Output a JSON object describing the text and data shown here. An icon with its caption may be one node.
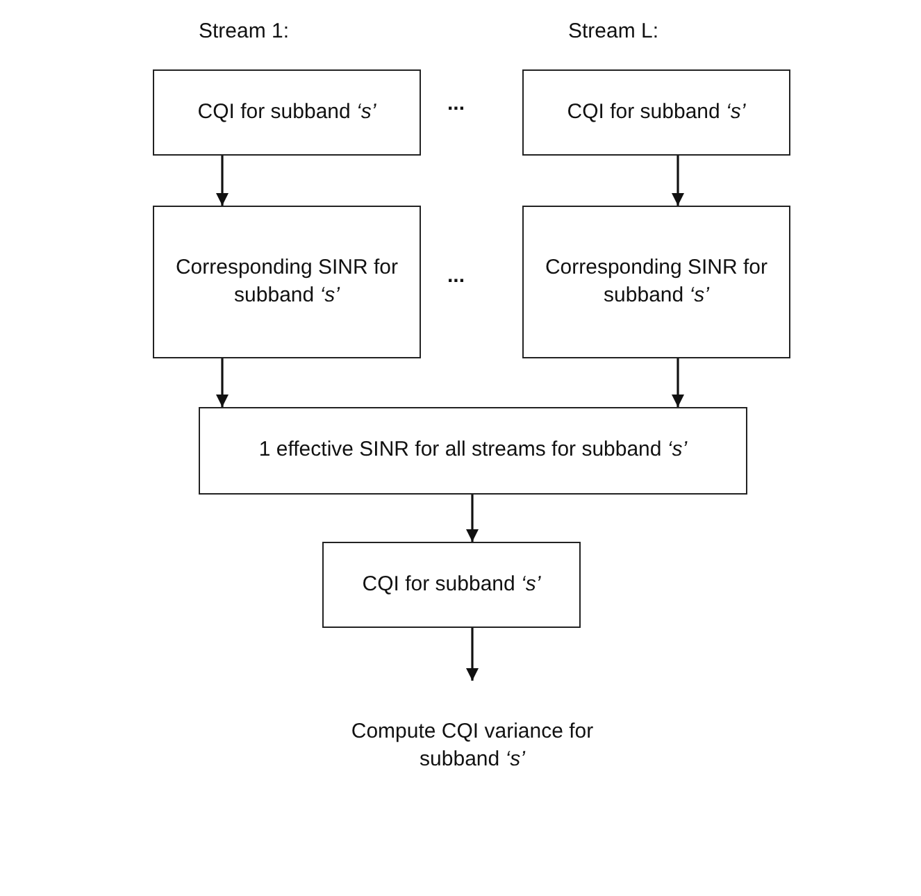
{
  "diagram": {
    "nodes": [
      {
        "text": [
          "CQI for subband *‘s’*"
        ]
      },
      {
        "text": [
          "CQI for subband *‘s’*"
        ]
      },
      {
        "text": [
          "Corresponding SINR for subband *‘s’*"
        ]
      },
      {
        "text": [
          "Corresponding SINR for subband *‘s’*"
        ]
      },
      {
        "text": [
          "1 effective SINR for all streams for subband *‘s’*"
        ]
      },
      {
        "text": [
          "CQI for subband *‘s’*"
        ]
      },
      {
        "text": [
          "Compute CQI variance for subband *‘s’*"
        ]
      }
    ],
    "edges": [
      {
        "from": 0,
        "to": 2,
        "arrow": "to"
      },
      {
        "from": 1,
        "to": 3,
        "arrow": "to"
      },
      {
        "from": 2,
        "to": 4,
        "arrow": "to"
      },
      {
        "from": 3,
        "to": 4,
        "arrow": "to"
      },
      {
        "from": 4,
        "to": 5,
        "arrow": "to"
      },
      {
        "from": 5,
        "to": 6,
        "arrow": "to"
      }
    ],
    "labels": [
      "Stream 1:",
      "Stream L:",
      "...",
      "..."
    ]
  }
}
